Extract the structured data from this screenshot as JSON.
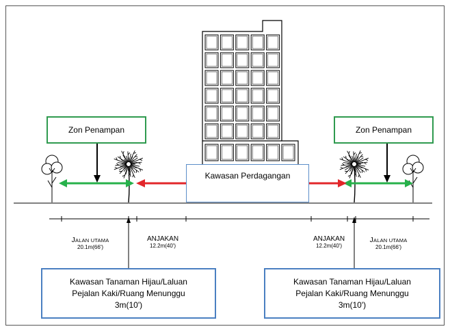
{
  "diagram": {
    "commercial_area": {
      "label": "Kawasan Perdagangan"
    },
    "buffer_zones": {
      "left": {
        "label": "Zon Penampan"
      },
      "right": {
        "label": "Zon Penampan"
      }
    },
    "dimensions": {
      "left_road": {
        "label": "JALAN UTAMA",
        "value": "20.1m(66')"
      },
      "left_setback": {
        "label": "ANJAKAN",
        "value": "12.2m(40')"
      },
      "right_setback": {
        "label": "ANJAKAN",
        "value": "12.2m(40')"
      },
      "right_road": {
        "label": "JALAN UTAMA",
        "value": "20.1m(66')"
      }
    },
    "green_zones": {
      "left": {
        "lines": [
          "Kawasan Tanaman Hijau/Laluan",
          "Pejalan Kaki/Ruang Menunggu",
          "3m(10')"
        ]
      },
      "right": {
        "lines": [
          "Kawasan Tanaman Hijau/Laluan",
          "Pejalan Kaki/Ruang Menunggu",
          "3m(10')"
        ]
      }
    }
  },
  "icons": {
    "building": "building-icon",
    "trees": [
      "round-tree-icon",
      "palm-tree-icon",
      "palm-tree-icon",
      "round-tree-icon"
    ]
  },
  "colors": {
    "buffer_zone_border": "#2e9a4e",
    "commercial_border": "#5b8dc9",
    "green_zone_border": "#4a7fc1",
    "buffer_arrow": "#27b14b",
    "setback_arrow": "#e2262a",
    "line": "#000000"
  }
}
